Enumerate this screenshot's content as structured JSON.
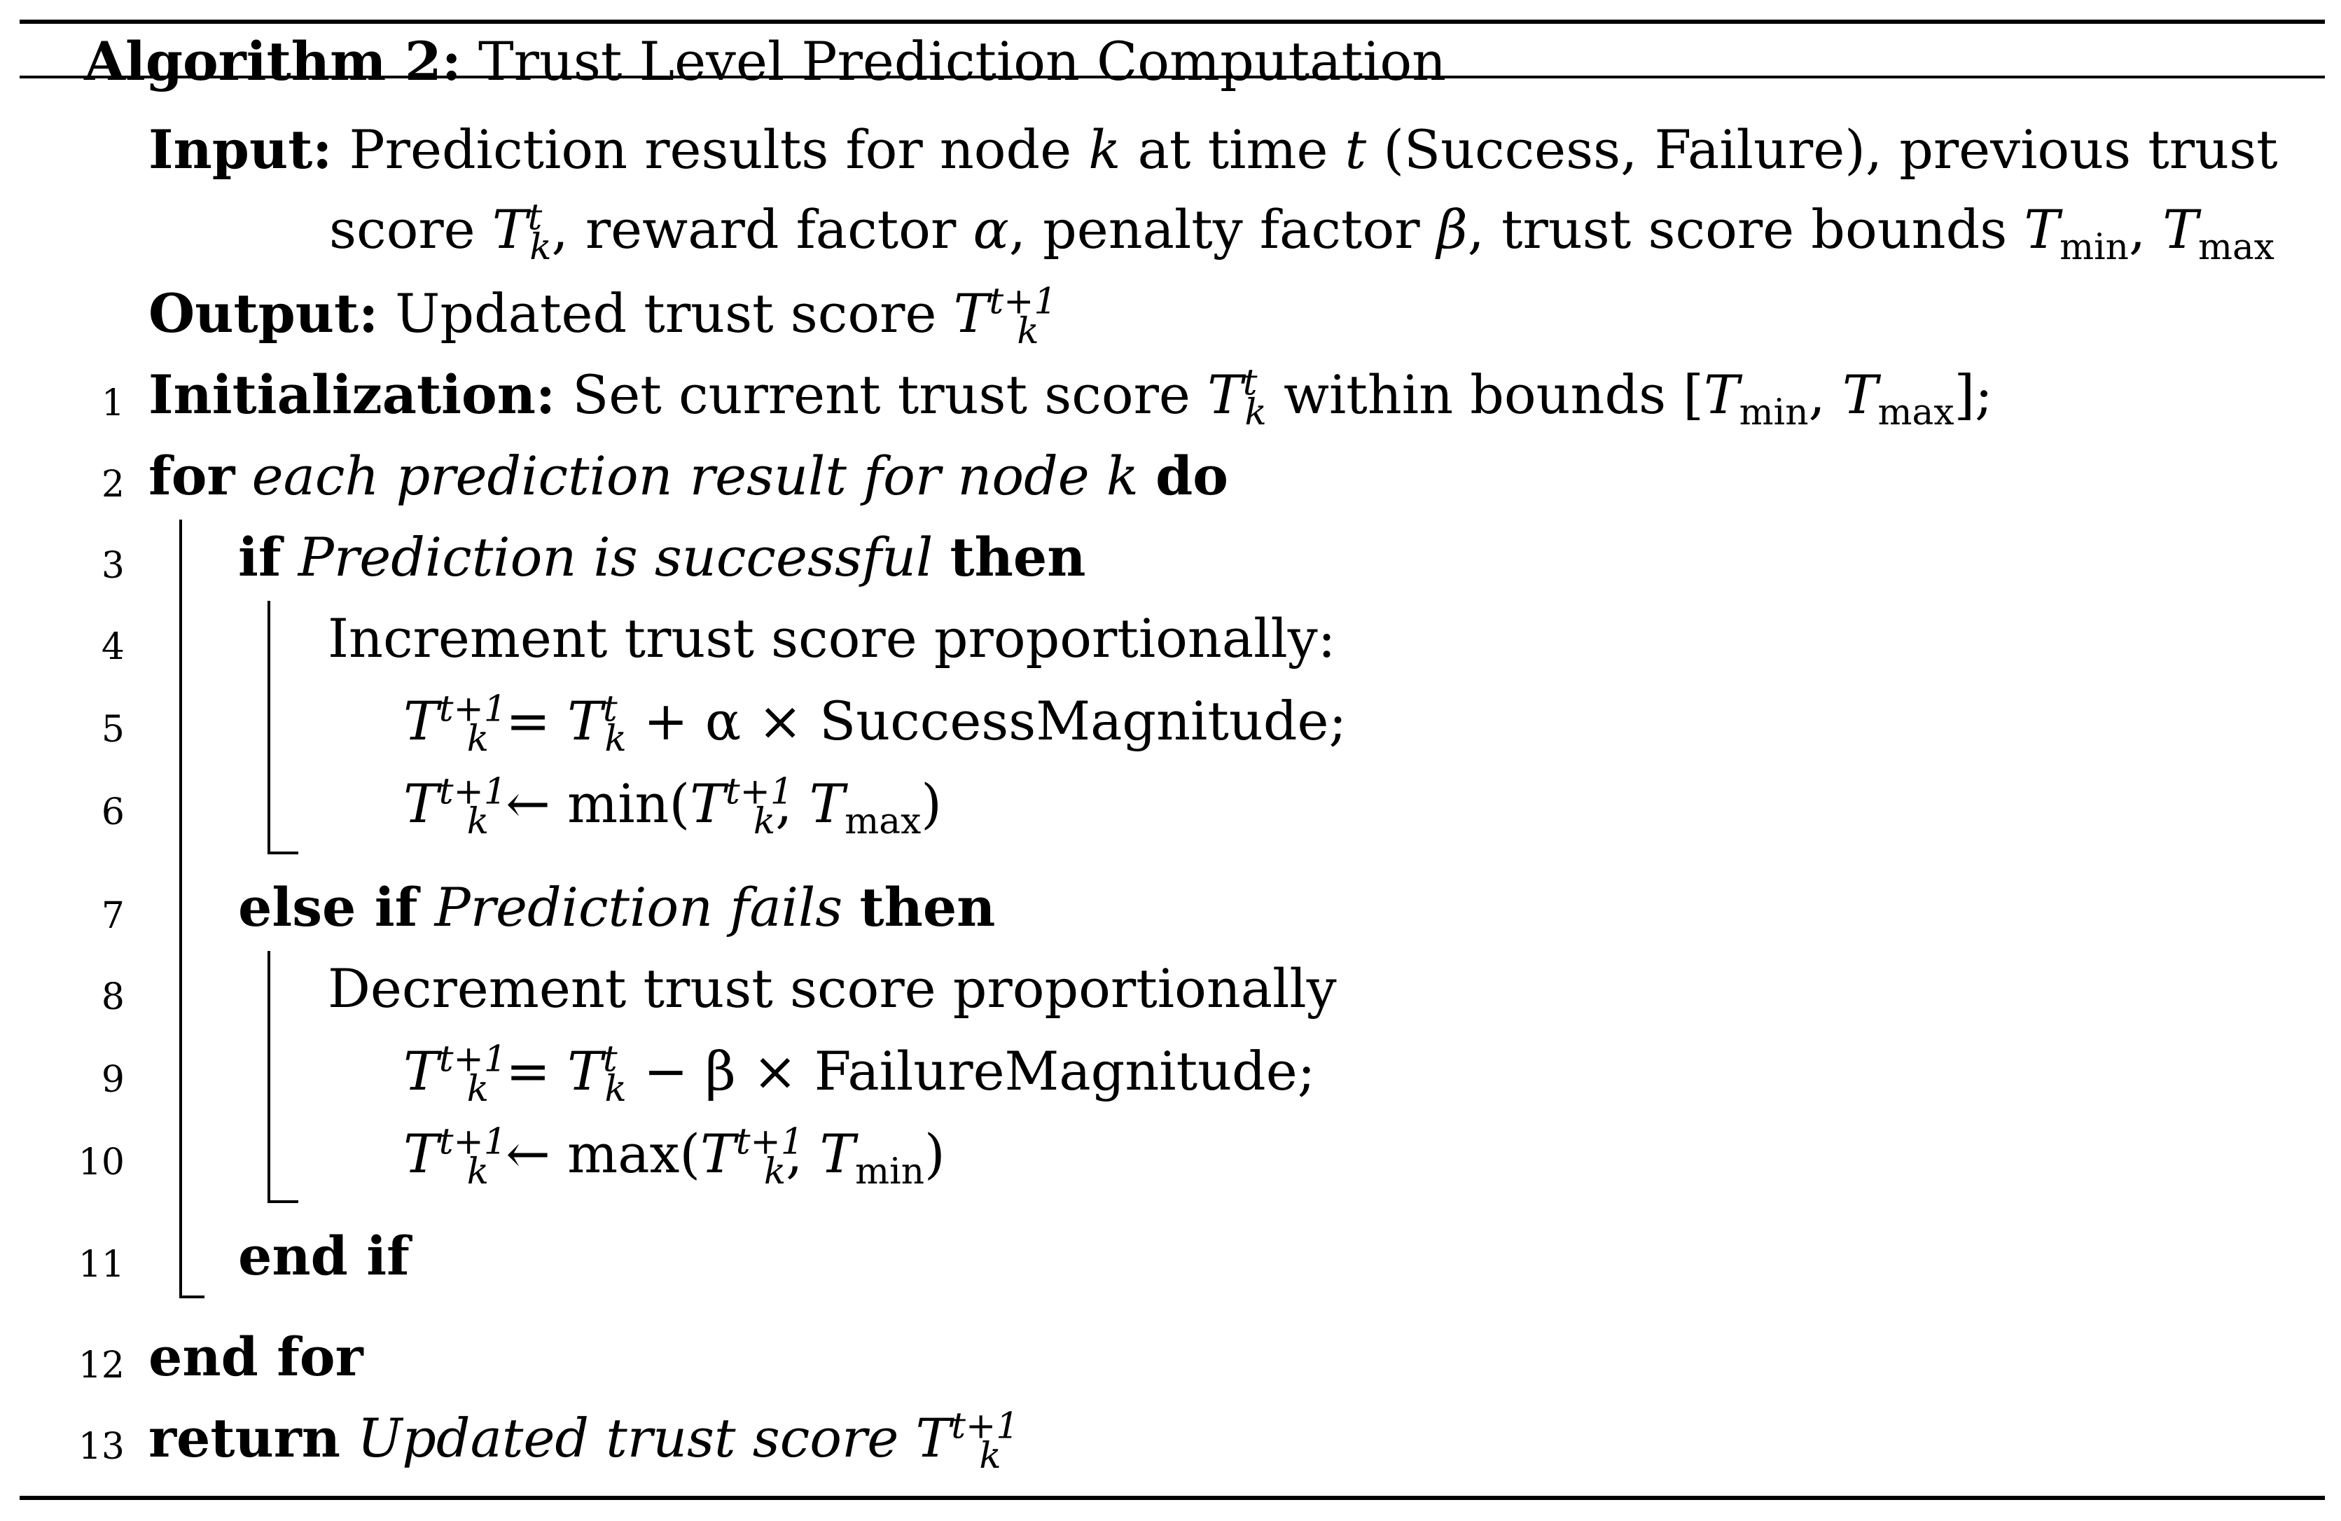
{
  "caption": {
    "label": "Algorithm 2:",
    "title": "Trust Level Prediction Computation"
  },
  "input": {
    "label": "Input:",
    "line1_a": "Prediction results for node",
    "line1_k": "k",
    "line1_b": "at time",
    "line1_t": "t",
    "line1_c": "(Success, Failure), previous trust",
    "line2_a": "score",
    "line2_b": ", reward factor",
    "alpha": "α",
    "line2_c": ", penalty factor",
    "beta": "β",
    "line2_d": ", trust score bounds"
  },
  "output": {
    "label": "Output:",
    "text": "Updated trust score"
  },
  "sym": {
    "T": "T",
    "k": "k",
    "t": "t",
    "tp1": "t+1",
    "min": "min",
    "max": "max"
  },
  "lines": [
    {
      "num": "1",
      "kw": "Initialization:",
      "text_a": "Set current trust score",
      "text_b": "within bounds ["
    },
    {
      "num": "2",
      "kw": "for",
      "cond": "each prediction result for node k",
      "kw2": "do"
    },
    {
      "num": "3",
      "kw": "if",
      "cond": "Prediction is successful",
      "kw2": "then"
    },
    {
      "num": "4",
      "text": "Increment trust score proportionally:"
    },
    {
      "num": "5",
      "op": "=",
      "rest": "+ α × SuccessMagnitude;"
    },
    {
      "num": "6",
      "op": "←",
      "fn": "min("
    },
    {
      "num": "7",
      "kw": "else if",
      "cond": "Prediction fails",
      "kw2": "then"
    },
    {
      "num": "8",
      "text": "Decrement trust score proportionally"
    },
    {
      "num": "9",
      "op": "=",
      "rest": "− β × FailureMagnitude;"
    },
    {
      "num": "10",
      "op": "←",
      "fn": "max("
    },
    {
      "num": "11",
      "kw": "end if"
    },
    {
      "num": "12",
      "kw": "end for"
    },
    {
      "num": "13",
      "kw": "return",
      "cond": "Updated trust score"
    }
  ]
}
